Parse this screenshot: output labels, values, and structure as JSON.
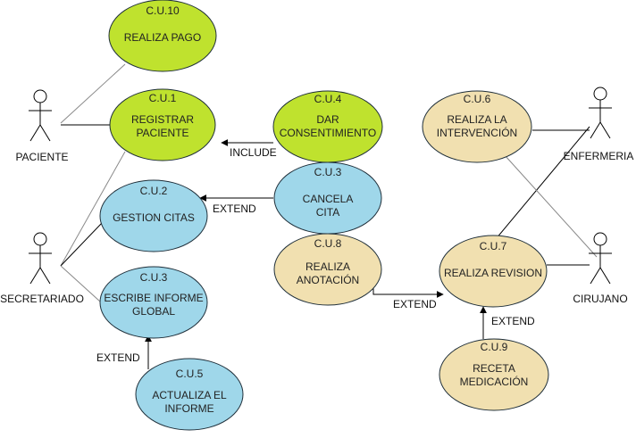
{
  "colors": {
    "green": "#bfe22e",
    "blue": "#9fd7ea",
    "tan": "#f1e0b0",
    "stroke": "#1f2f3a",
    "line": "#888888"
  },
  "actors": {
    "paciente": "PACIENTE",
    "secretariado": "SECRETARIADO",
    "enfermeria": "ENFERMERIA",
    "cirujano": "CIRUJANO"
  },
  "use_cases": {
    "cu10": {
      "id": "C.U.10",
      "lines": [
        "REALIZA PAGO"
      ],
      "color": "green"
    },
    "cu1": {
      "id": "C.U.1",
      "lines": [
        "REGISTRAR",
        "PACIENTE"
      ],
      "color": "green"
    },
    "cu4": {
      "id": "C.U.4",
      "lines": [
        "DAR",
        "CONSENTIMIENTO"
      ],
      "color": "green"
    },
    "cu2": {
      "id": "C.U.2",
      "lines": [
        "GESTION CITAS"
      ],
      "color": "blue"
    },
    "cu3a": {
      "id": "C.U.3",
      "lines": [
        "CANCELA",
        "CITA"
      ],
      "color": "blue"
    },
    "cu3b": {
      "id": "C.U.3",
      "lines": [
        "ESCRIBE INFORME",
        "GLOBAL"
      ],
      "color": "blue"
    },
    "cu5": {
      "id": "C.U.5",
      "lines": [
        "ACTUALIZA EL",
        "INFORME"
      ],
      "color": "blue"
    },
    "cu8": {
      "id": "C.U.8",
      "lines": [
        "REALIZA",
        "ANOTACIÓN"
      ],
      "color": "tan"
    },
    "cu6": {
      "id": "C.U.6",
      "lines": [
        "REALIZA LA",
        "INTERVENCIÓN"
      ],
      "color": "tan"
    },
    "cu7": {
      "id": "C.U.7",
      "lines": [
        "REALIZA REVISION"
      ],
      "color": "tan"
    },
    "cu9": {
      "id": "C.U.9",
      "lines": [
        "RECETA",
        "MEDICACIÓN"
      ],
      "color": "tan"
    }
  },
  "edge_labels": {
    "include": "INCLUDE",
    "extend_cancela": "EXTEND",
    "extend_actualiza": "EXTEND",
    "extend_anotacion": "EXTEND",
    "extend_receta": "EXTEND"
  }
}
